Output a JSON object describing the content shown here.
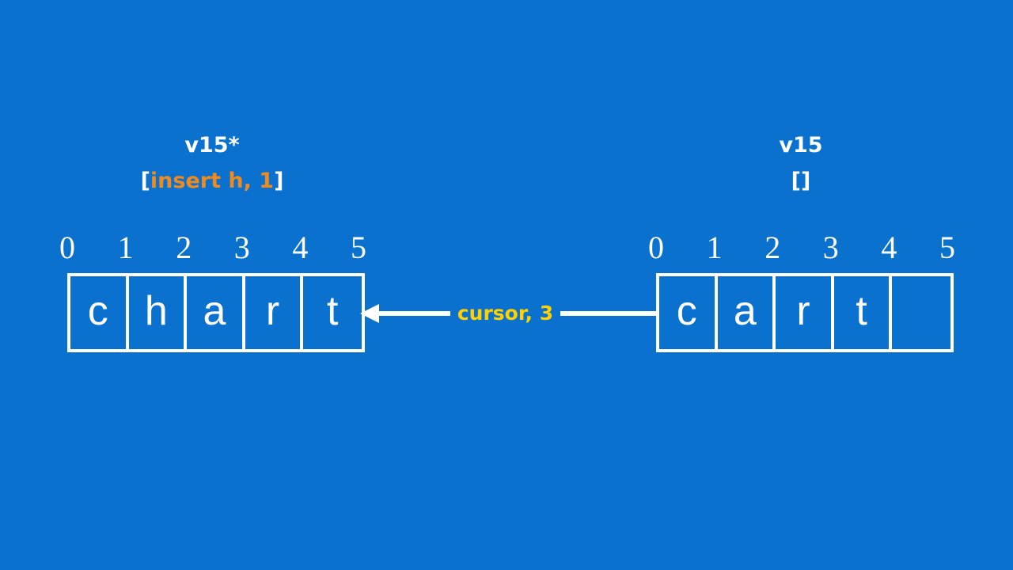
{
  "background_color": "#0A72CE",
  "accent_colors": {
    "white": "#FFFFFF",
    "orange": "#F18A1E",
    "yellow": "#FFD100"
  },
  "left_version": {
    "title": "v15*",
    "ops_open_bracket": "[",
    "ops_text": "insert h, 1",
    "ops_close_bracket": "]",
    "indices": [
      "0",
      "1",
      "2",
      "3",
      "4",
      "5"
    ],
    "cells": [
      "c",
      "h",
      "a",
      "r",
      "t"
    ]
  },
  "right_version": {
    "title": "v15",
    "ops_open_bracket": "[",
    "ops_text": "",
    "ops_close_bracket": "]",
    "indices": [
      "0",
      "1",
      "2",
      "3",
      "4",
      "5"
    ],
    "cells": [
      "c",
      "a",
      "r",
      "t",
      ""
    ]
  },
  "connector": {
    "label": "cursor, 3",
    "direction": "right-to-left"
  }
}
